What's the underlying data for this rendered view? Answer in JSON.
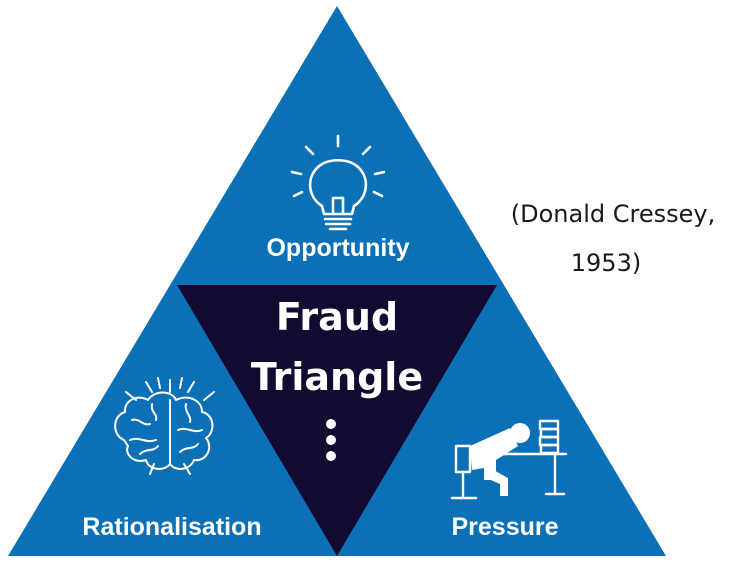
{
  "diagram": {
    "center_title_line1": "Fraud",
    "center_title_line2": "Triangle",
    "corners": {
      "top": {
        "label": "Opportunity",
        "icon": "lightbulb-icon"
      },
      "bottom_left": {
        "label": "Rationalisation",
        "icon": "brain-icon"
      },
      "bottom_right": {
        "label": "Pressure",
        "icon": "stressed-worker-icon"
      }
    },
    "center_icon": "vertical-ellipsis-icon",
    "citation_line1": "(Donald Cressey,",
    "citation_line2": "1953)"
  },
  "colors": {
    "outer_triangle": "#0c70b6",
    "inner_triangle": "#120a30",
    "label_text": "#ffffff",
    "citation_text": "#1a1a1a"
  }
}
